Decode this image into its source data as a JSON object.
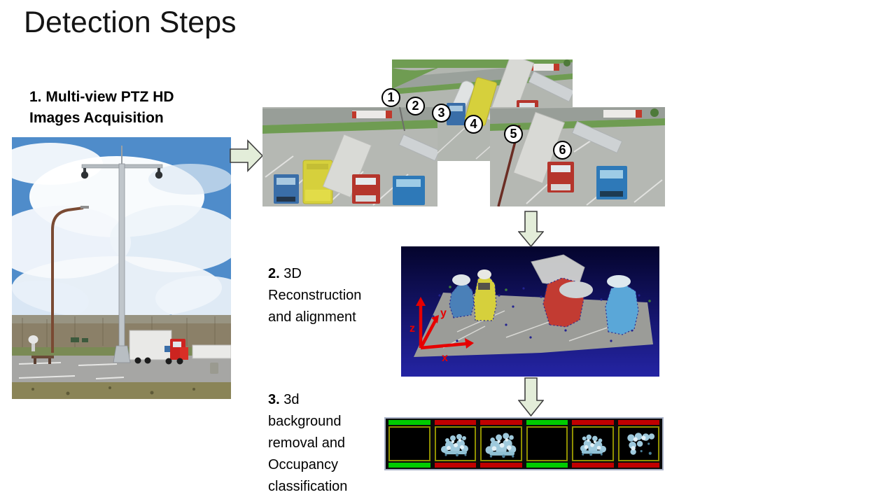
{
  "slide": {
    "title": "Detection Steps"
  },
  "steps": [
    {
      "number": "1.",
      "label": "Multi-view PTZ HD Images Acquisition"
    },
    {
      "number": "2.",
      "label": "3D Reconstruction and alignment"
    },
    {
      "number": "3.",
      "label": "3d background removal and Occupancy classification"
    }
  ],
  "camera_views": {
    "labels": [
      "1",
      "2",
      "3",
      "4",
      "5",
      "6"
    ]
  },
  "reconstruction": {
    "axis_labels": {
      "x": "x",
      "y": "y",
      "z": "z"
    },
    "axis_color": "#e60000"
  },
  "occupancy": {
    "cells": [
      {
        "state": "empty"
      },
      {
        "state": "occupied"
      },
      {
        "state": "occupied"
      },
      {
        "state": "empty"
      },
      {
        "state": "occupied"
      },
      {
        "state": "occupied"
      }
    ],
    "status_colors": {
      "empty": "#00cc00",
      "occupied": "#c00000"
    }
  },
  "colors": {
    "flow_arrow_fill": "#e3edd9",
    "flow_arrow_border": "#3f3f3f",
    "recon_background_top": "#04042c",
    "recon_background_bottom": "#2424a4",
    "cell_outline": "#8f8f00",
    "strip_border": "#a9b2c7"
  }
}
